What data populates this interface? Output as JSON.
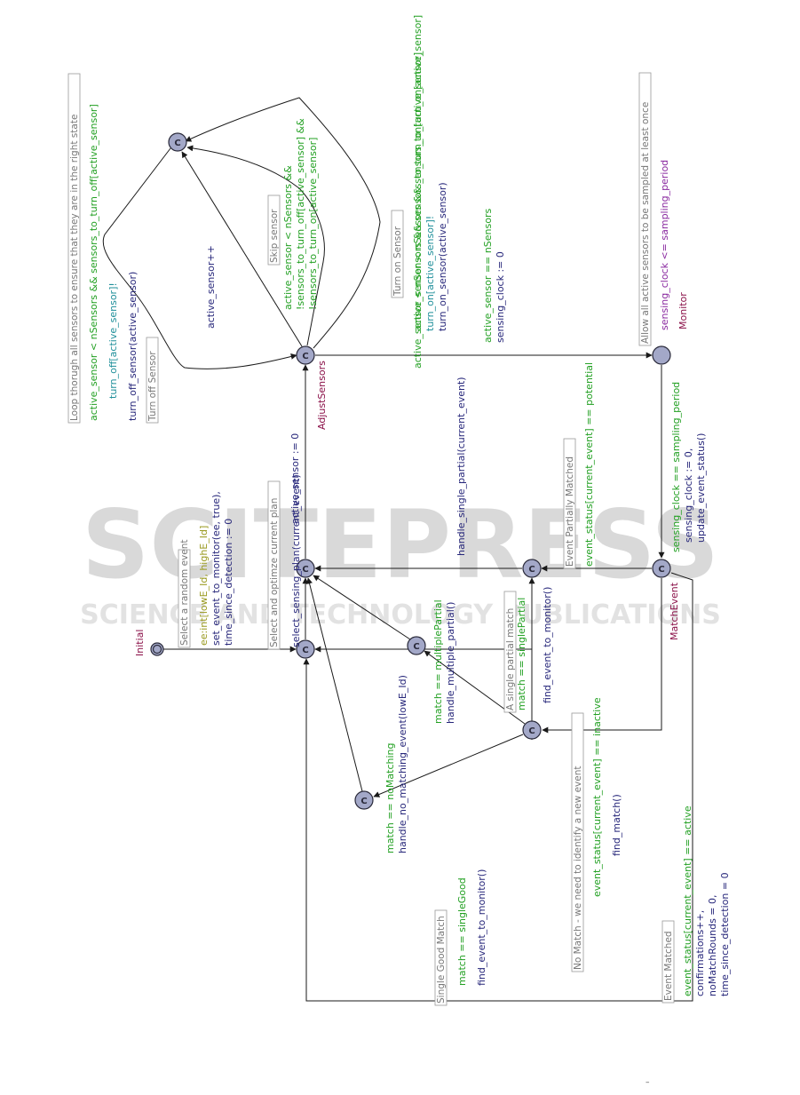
{
  "watermark": {
    "big": "SCITEPRESS",
    "small": "SCIENCE AND TECHNOLOGY PUBLICATIONS"
  },
  "locations": {
    "initial": {
      "name": "Initial"
    },
    "adjust": {
      "name": "AdjustSensors",
      "urgency": "C"
    },
    "monitor": {
      "name": "Monitor",
      "invariant": "sensing_clock <= sampling_period"
    },
    "match_event": {
      "name": "MatchEvent",
      "urgency": "C"
    },
    "c_symbol": "C"
  },
  "comments": {
    "loop": "Loop thorugh all sensors to ensure that they are in the right state",
    "turn_off": "Turn off Sensor",
    "skip": "Skip sensor",
    "turn_on": "Turn on Sensor",
    "allow": "Allow all active sensors to be sampled at least once",
    "partially": "Event Partially Matched",
    "select_random": "Select a random event",
    "select_plan": "Select and optimze current plan",
    "single_partial": "A single partial match",
    "no_match": "No Match - we need to identify a new event",
    "single_good": "Single Good Match",
    "event_matched": "Event Matched"
  },
  "labels": {
    "loop_guard": "active_sensor < nSensors && sensors_to_turn_off[active_sensor]",
    "turn_off_sync": "turn_off[active_sensor]!",
    "turn_off_assign": "turn_off_sensor(active_sensor)",
    "increment": "active_sensor++",
    "skip_guard1": "active_sensor < nSensors &&",
    "skip_guard2": "!sensors_to_turn_off[active_sensor] &&",
    "skip_guard3": "!sensors_to_turn_on[active_sensor]",
    "turn_on_guard_top": "active_sensor < nSensors && sensors_to_turn_on[active_sensor]",
    "turn_on_guard": "active_sensor < nSensors && sensors_to_turn_on[active_sensor]",
    "turn_on_sync": "turn_on[active_sensor]!",
    "turn_on_assign": "turn_on_sensor(active_sensor)",
    "all_done_guard": "active_sensor == nSensors",
    "clock_reset": "sensing_clock := 0",
    "sample_guard": "sensing_clock == sampling_period",
    "sample_reset": "sensing_clock := 0,",
    "update": "update_event_status()",
    "potential_guard": "event_status[current_event] == potential",
    "handle_single_partial": "handle_single_partial(current_event)",
    "reset_active": "active_sensor := 0",
    "select_sel": "ee:int[lowE_Id, highE_Id]",
    "select_assign1": "set_event_to_monitor(ee, true),",
    "select_assign2": "time_since_detection := 0",
    "select_plan_assign": "select_sensing_plan(current_event)",
    "multi_guard": "match == multiplePartial",
    "multi_assign": "handle_multiple_partial()",
    "single_partial_guard": "match == singlePartial",
    "find_event_a": "find_event_to_monitor()",
    "no_matching_guard": "match == noMatching",
    "no_matching_assign": "handle_no_matching_event(lowE_Id)",
    "single_good_guard": "match == singleGood",
    "find_event_b": "find_event_to_monitor()",
    "inactive_guard": "event_status[current_event] == inactive",
    "find_match": "find_match()",
    "active_guard": "event_status[current_event] == active",
    "confirmations": "confirmations++,",
    "no_match_rounds": "noMatchRounds = 0,",
    "time_reset": "time_since_detection = 0"
  },
  "footer_mark": "–"
}
